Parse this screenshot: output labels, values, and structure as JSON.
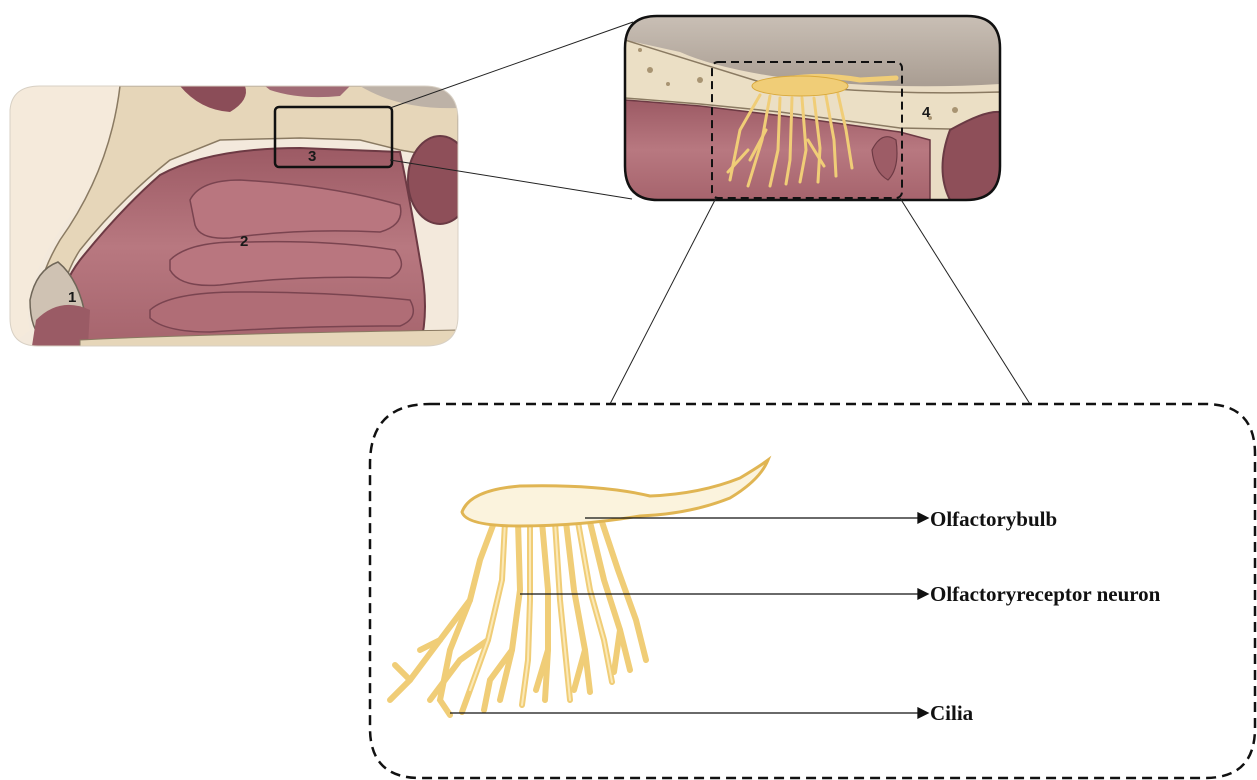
{
  "panel_numbers": [
    "1",
    "2",
    "3",
    "4"
  ],
  "labels": {
    "bulb": "Olfactorybulb",
    "neuron": "Olfactoryreceptor neuron",
    "cilia": "Cilia"
  },
  "colors": {
    "tissue": "#b87880",
    "tissue_dark": "#8e4f59",
    "bone": "#e9dcc4",
    "nerve": "#f0cd77",
    "nerve_outline": "#d9a93c",
    "skin": "#f4e3c8"
  }
}
